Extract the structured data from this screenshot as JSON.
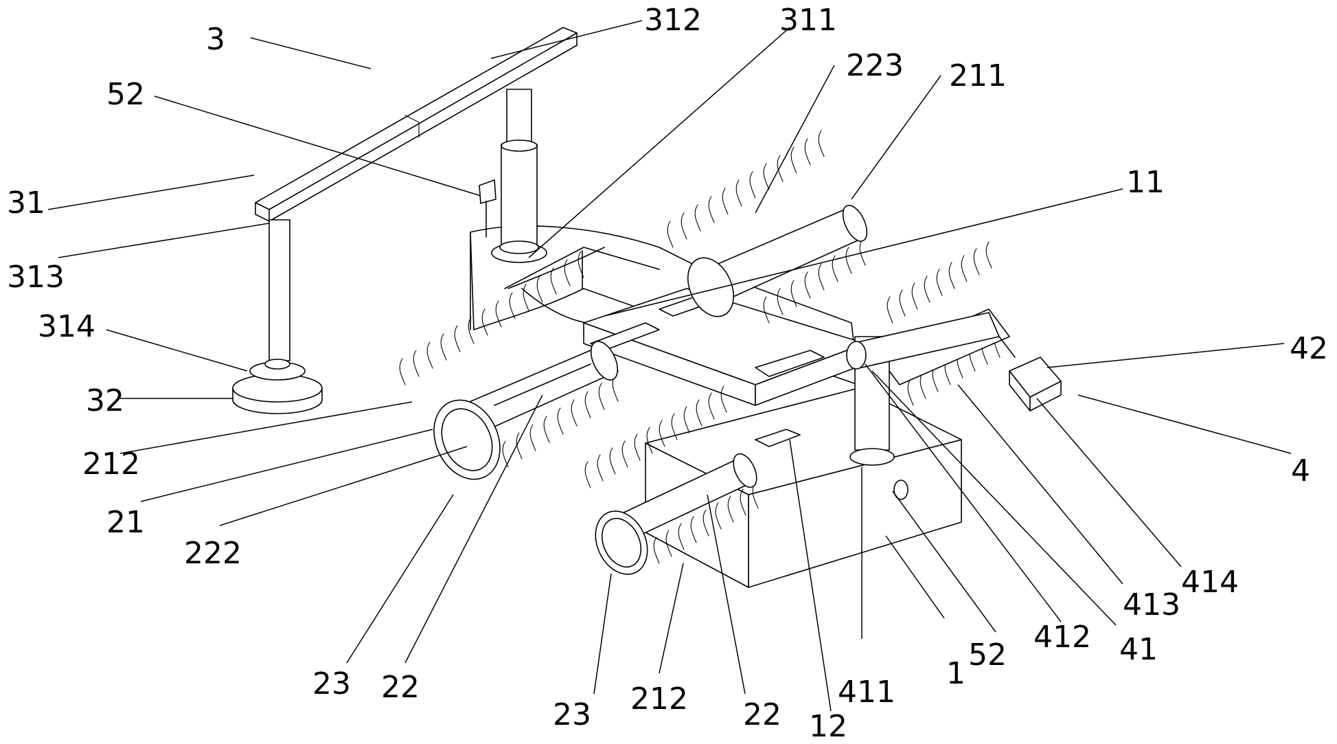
{
  "drawing": {
    "labels": {
      "l3": "3",
      "l312": "312",
      "l311": "311",
      "l223": "223",
      "l211": "211",
      "l52_top": "52",
      "l11": "11",
      "l31": "31",
      "l313": "313",
      "l314": "314",
      "l42": "42",
      "l32": "32",
      "l4": "4",
      "l212_left": "212",
      "l21": "21",
      "l222": "222",
      "l414": "414",
      "l413": "413",
      "l412": "412",
      "l41": "41",
      "l52_bottom": "52",
      "l1": "1",
      "l23_left": "23",
      "l22_left": "22",
      "l411": "411",
      "l23_mid": "23",
      "l212_mid": "212",
      "l22_mid": "22",
      "l12": "12"
    }
  }
}
